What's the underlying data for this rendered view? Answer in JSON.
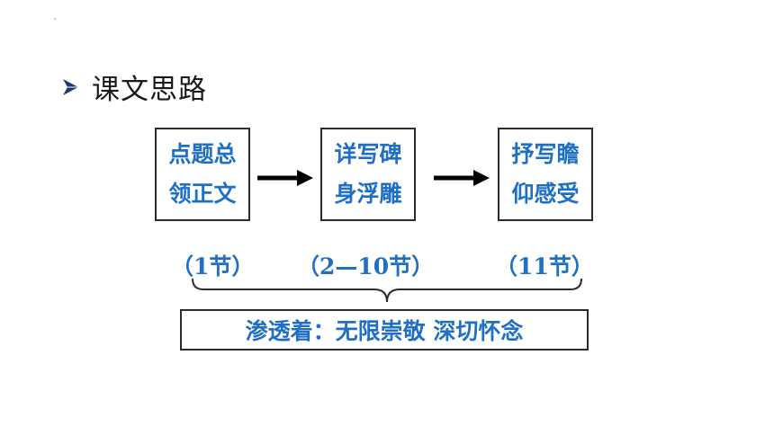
{
  "heading": {
    "text": "课文思路"
  },
  "steps": [
    {
      "line1": "点题总",
      "line2": "领正文",
      "section": "（1节）"
    },
    {
      "line1": "详写碑",
      "line2": "身浮雕",
      "section": "（2—10节）"
    },
    {
      "line1": "抒写瞻",
      "line2": "仰感受",
      "section": "（11节）"
    }
  ],
  "summary": {
    "text": "渗透着：无限崇敬 深切怀念"
  },
  "colors": {
    "accent": "#1f6fc4",
    "border": "#2b2b2b",
    "arrow": "#000000",
    "bullet": "#1a3a6e"
  },
  "icons": {
    "bullet": "triangle-bullet-icon",
    "arrow": "right-arrow-icon",
    "brace": "curly-brace-icon"
  }
}
